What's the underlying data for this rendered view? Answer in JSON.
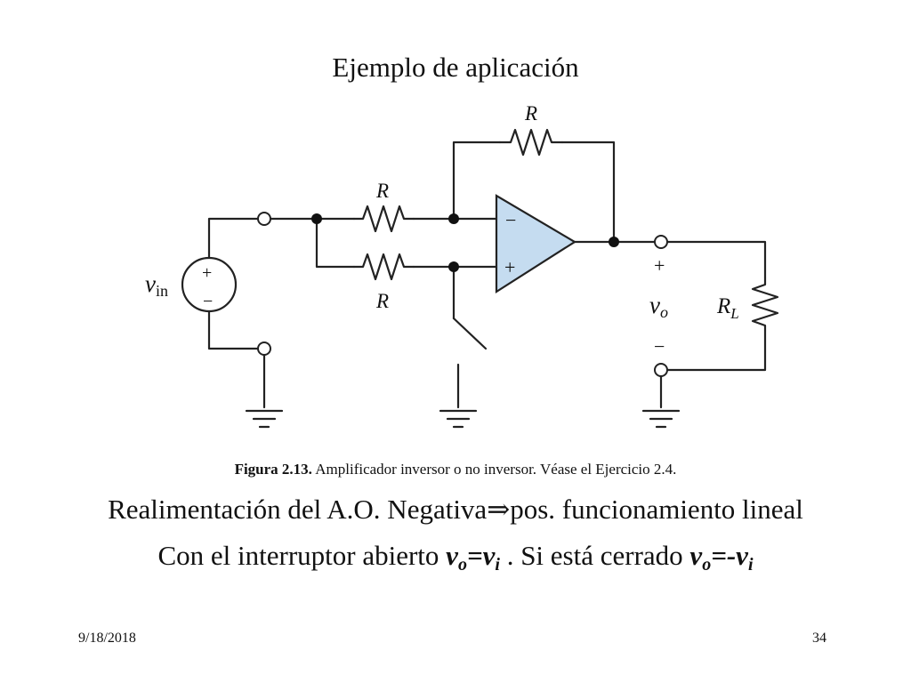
{
  "slide": {
    "title": "Ejemplo de aplicación",
    "caption_fig": "Figura 2.13.",
    "caption_text": "Amplificador inversor o no inversor. Véase el Ejercicio 2.4.",
    "line1_a": "Realimentación del A.O. Negativa",
    "line1_arrow": "⇒",
    "line1_b": "pos. funcionamiento lineal",
    "line2_a": "Con el interruptor abierto ",
    "line2_b": "v",
    "line2_c": "o",
    "line2_d": "=v",
    "line2_e": "i",
    "line2_f": " .  Si está cerrado ",
    "line2_g": "v",
    "line2_h": "o",
    "line2_i": "=-v",
    "line2_j": "i",
    "date": "9/18/2018",
    "page": "34"
  },
  "circuit": {
    "r_feedback": "R",
    "r_top": "R",
    "r_bottom": "R",
    "rl_main": "R",
    "rl_sub": "L",
    "vin_main": "v",
    "vin_sub": "in",
    "vo_main": "v",
    "vo_sub": "o",
    "plus": "+",
    "minus": "−",
    "opamp_minus": "−",
    "opamp_plus": "+",
    "src_plus": "+",
    "src_minus": "−",
    "opamp_fill": "#c5dcf0"
  }
}
